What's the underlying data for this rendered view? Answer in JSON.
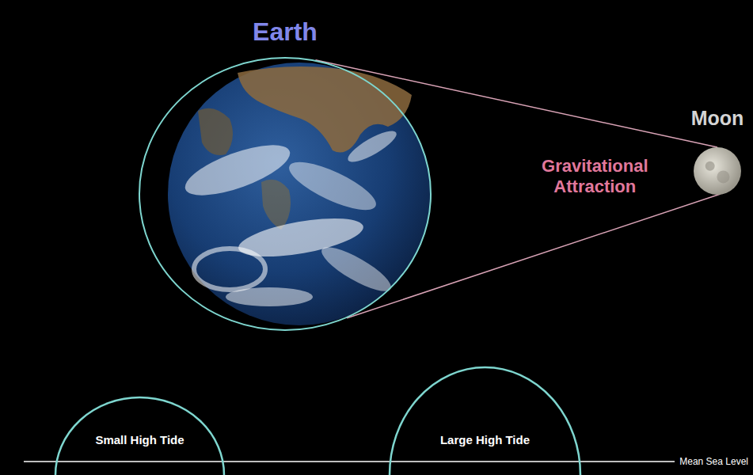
{
  "diagram": {
    "nodes": [
      {
        "text": [
          "Earth"
        ]
      },
      {
        "text": [
          "Moon"
        ]
      },
      {
        "text": [
          "Small High Tide"
        ]
      },
      {
        "text": [
          "Large High Tide"
        ]
      }
    ],
    "edges": [
      {
        "from": 0,
        "to": 1,
        "arrow": "none",
        "label": "Gravitational Attraction"
      }
    ],
    "labels": [
      "Mean Sea Level"
    ]
  }
}
